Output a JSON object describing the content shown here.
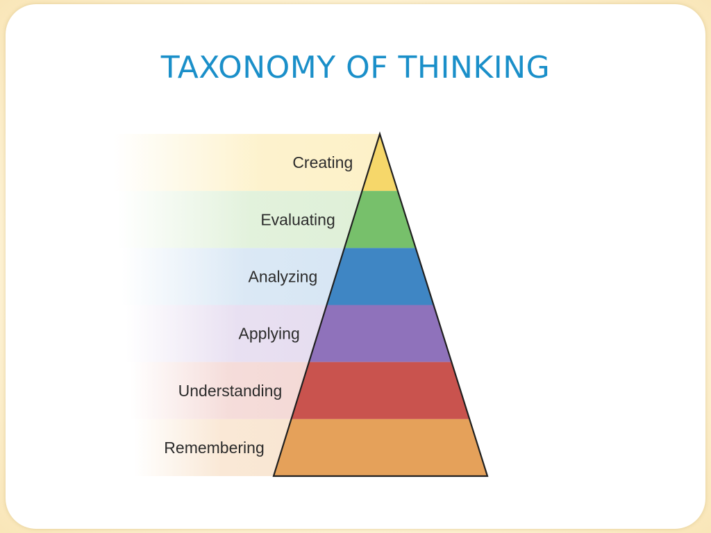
{
  "slide": {
    "title": "TAXONOMY OF THINKING",
    "title_color": "#1a8fc9"
  },
  "pyramid": {
    "levels_top_to_bottom": [
      {
        "label": "Creating",
        "color": "#f6d76a",
        "band": "#fdf1c8"
      },
      {
        "label": "Evaluating",
        "color": "#77c06b",
        "band": "#dff0d8"
      },
      {
        "label": "Analyzing",
        "color": "#3f86c4",
        "band": "#d7e6f4"
      },
      {
        "label": "Applying",
        "color": "#8f72bb",
        "band": "#e6ddf0"
      },
      {
        "label": "Understanding",
        "color": "#c9534e",
        "band": "#f4d9d6"
      },
      {
        "label": "Remembering",
        "color": "#e5a15a",
        "band": "#f9e6d2"
      }
    ],
    "outline_color": "#1f1f1f"
  }
}
